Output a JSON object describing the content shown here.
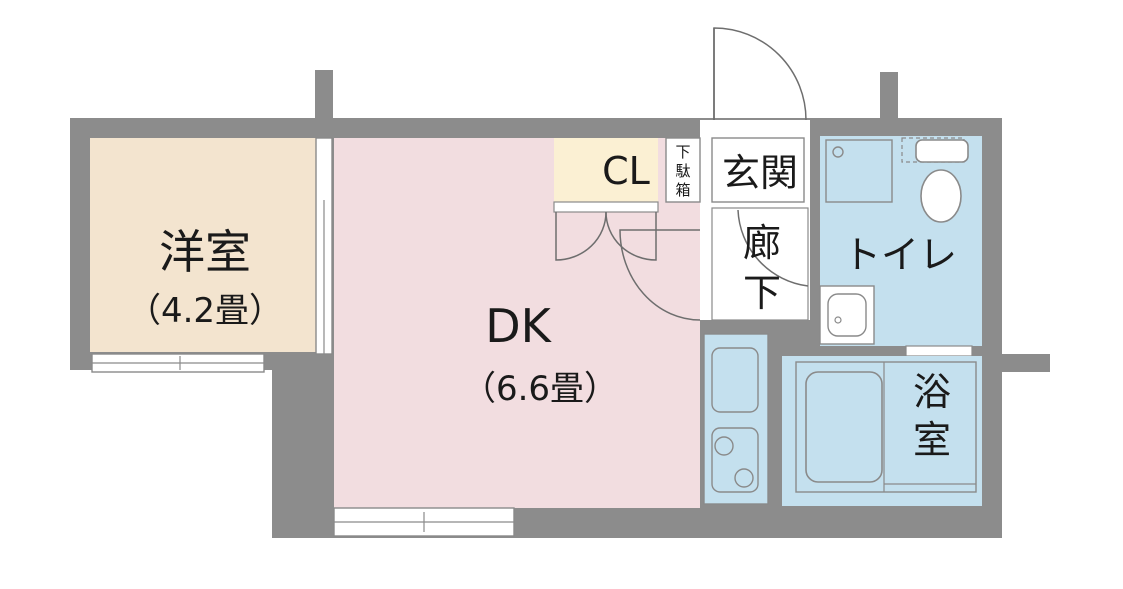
{
  "rooms": {
    "western": {
      "name": "洋室",
      "size": "（4.2畳）"
    },
    "dk": {
      "name": "DK",
      "size": "（6.6畳）"
    },
    "closet": {
      "name": "CL"
    },
    "shoe_box": {
      "line1": "下",
      "line2": "駄",
      "line3": "箱"
    },
    "entrance": {
      "name": "玄関"
    },
    "corridor": {
      "line1": "廊",
      "line2": "下"
    },
    "toilet": {
      "name": "トイレ"
    },
    "bath": {
      "line1": "浴",
      "line2": "室"
    }
  },
  "colors": {
    "wall": "#8c8c8c",
    "western_floor": "#f3e4cf",
    "dk_floor": "#f2dde0",
    "closet_floor": "#fbf0d3",
    "wet_area": "#c4e0ee",
    "fixture_line": "#8a8a8a"
  }
}
